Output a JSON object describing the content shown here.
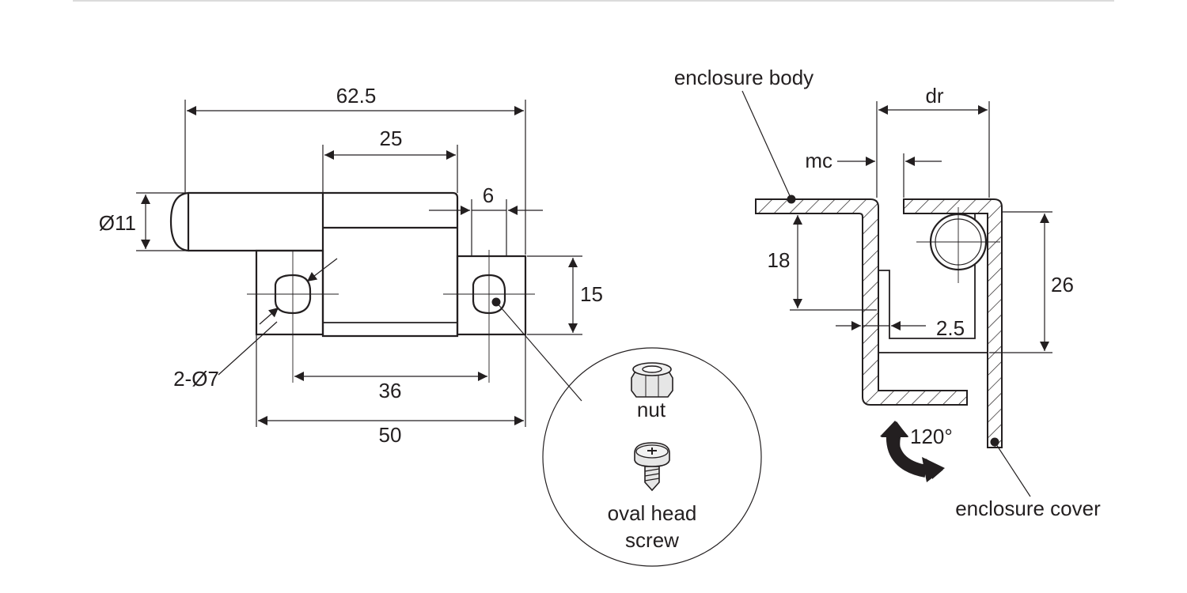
{
  "front_view": {
    "dimensions": {
      "overall_length": "62.5",
      "leaf_width": "25",
      "edge_offset": "6",
      "barrel_diameter": "Ø11",
      "leaf_height": "15",
      "hole_spacing": "36",
      "leaf_length": "50",
      "hole_spec": "2-Ø7"
    }
  },
  "accessories": {
    "nut_label": "nut",
    "screw_label_line1": "oval head",
    "screw_label_line2": "screw"
  },
  "side_view": {
    "body_label": "enclosure body",
    "cover_label": "enclosure cover",
    "dimensions": {
      "dr": "dr",
      "mc": "mc",
      "height_18": "18",
      "height_26": "26",
      "thickness": "2.5",
      "opening_angle": "120°"
    }
  },
  "colors": {
    "line": "#231f20",
    "background": "#ffffff"
  }
}
